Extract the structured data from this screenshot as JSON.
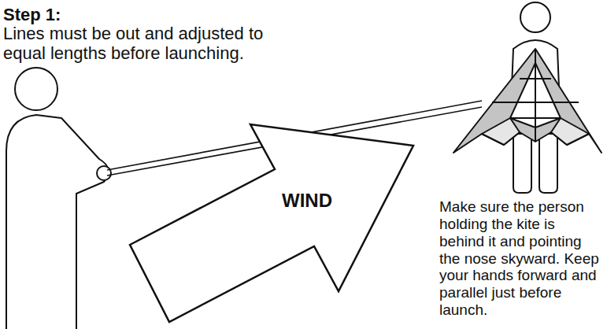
{
  "diagram": {
    "title": "Step 1:",
    "nodes": [
      {
        "text": [
          "WIND"
        ]
      }
    ],
    "labels": [
      "Lines must be out and adjusted to equal lengths before launching.",
      "Make sure the person holding the kite is behind it and pointing the nose skyward. Keep your hands forward and parallel just before launch."
    ]
  }
}
